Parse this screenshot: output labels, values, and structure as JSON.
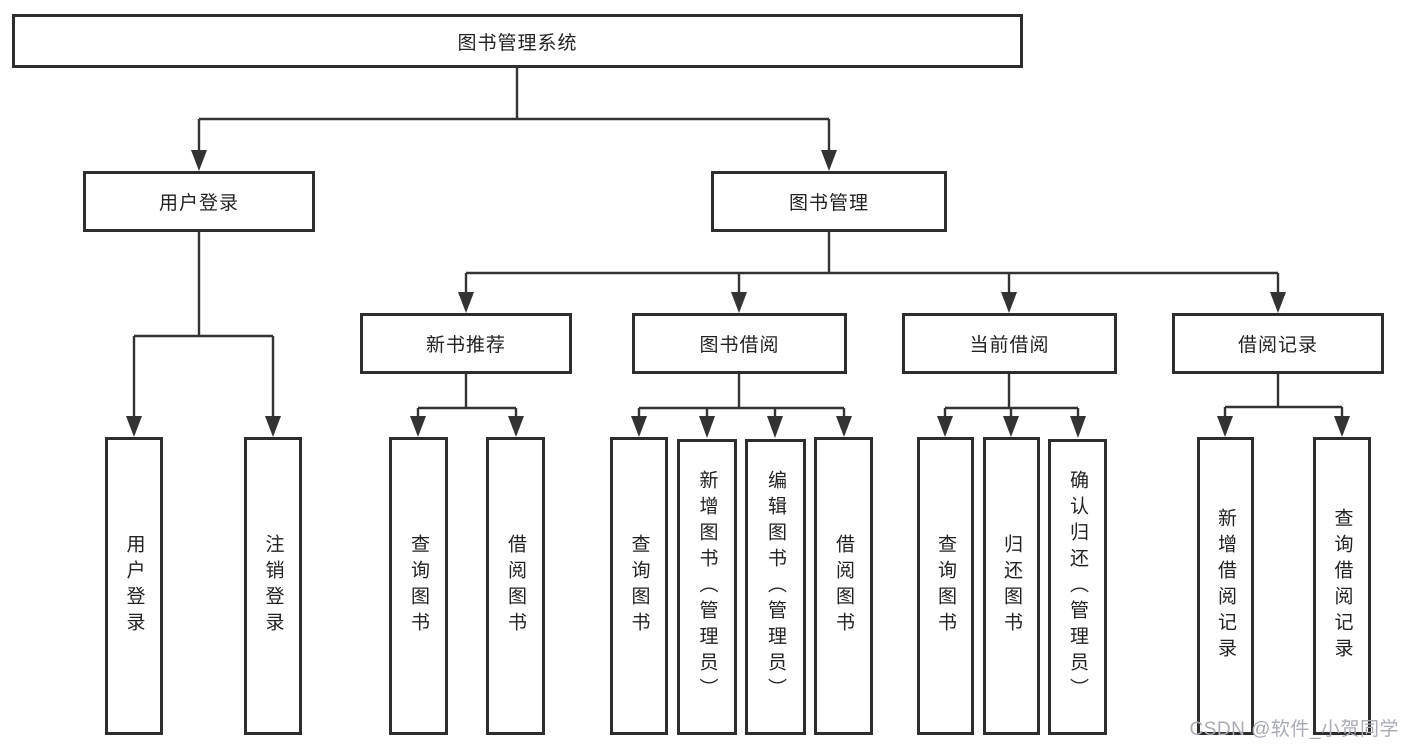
{
  "tree": {
    "root": "图书管理系统",
    "branches": [
      {
        "label": "用户登录",
        "children": [
          "用户登录",
          "注销登录"
        ]
      },
      {
        "label": "图书管理",
        "sections": [
          {
            "label": "新书推荐",
            "children": [
              "查询图书",
              "借阅图书"
            ]
          },
          {
            "label": "图书借阅",
            "children": [
              "查询图书",
              "新增图书（管理员）",
              "编辑图书（管理员）",
              "借阅图书"
            ]
          },
          {
            "label": "当前借阅",
            "children": [
              "查询图书",
              "归还图书",
              "确认归还（管理员）"
            ]
          },
          {
            "label": "借阅记录",
            "children": [
              "新增借阅记录",
              "查询借阅记录"
            ]
          }
        ]
      }
    ]
  },
  "watermark": "CSDN @软件_小贺同学",
  "colors": {
    "line": "#333333",
    "box_border": "#2d2d2d",
    "background": "#ffffff",
    "watermark": "#a9abb5"
  }
}
